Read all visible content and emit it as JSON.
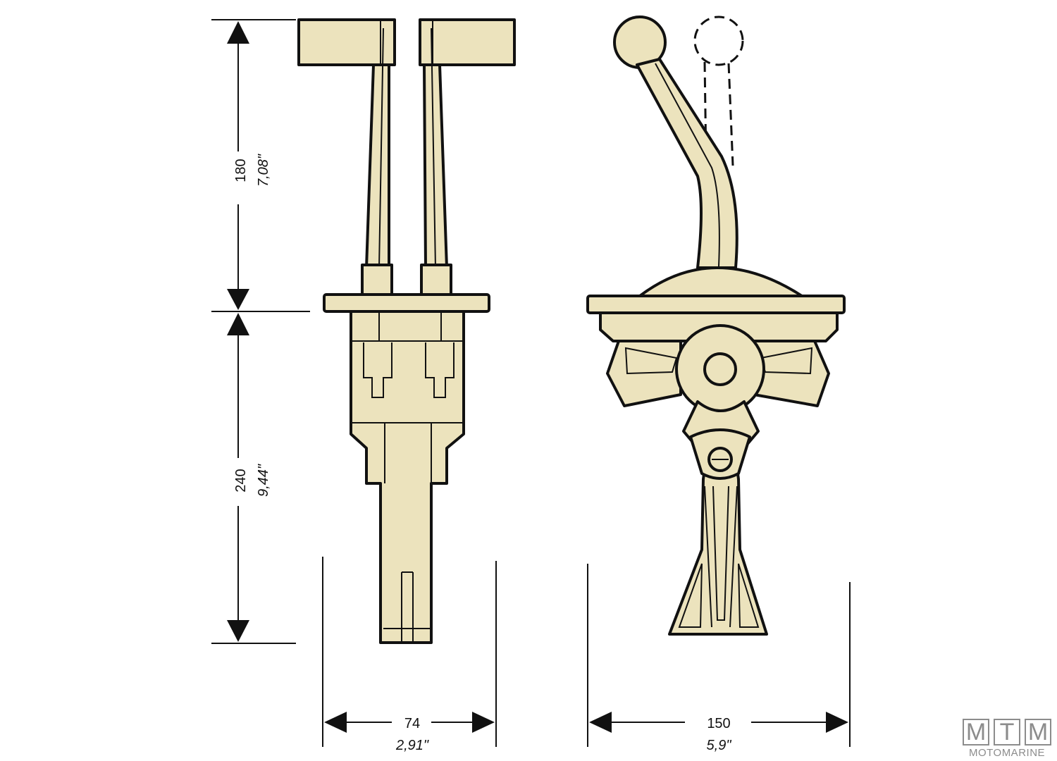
{
  "dimensions": {
    "height_upper": {
      "metric": "180",
      "imperial": "7,08\""
    },
    "height_lower": {
      "metric": "240",
      "imperial": "9,44\""
    },
    "width_side": {
      "metric": "74",
      "imperial": "2,91\""
    },
    "width_front": {
      "metric": "150",
      "imperial": "5,9\""
    }
  },
  "logo": {
    "letters": [
      "M",
      "T",
      "M"
    ],
    "wordmark": "MOTOMARINE"
  }
}
